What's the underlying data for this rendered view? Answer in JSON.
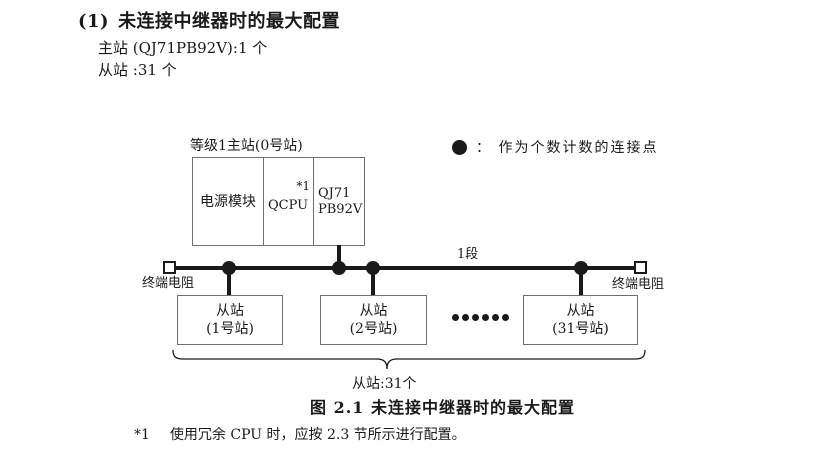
{
  "heading": {
    "number": "(1)",
    "title": "未连接中继器时的最大配置",
    "master_line": "主站 (QJ71PB92V):1 个",
    "slave_line": "从站 :31 个"
  },
  "diagram": {
    "master_label": "等级1主站(0号站)",
    "master_cells": {
      "power": "电源模块",
      "cpu": "QCPU",
      "cpu_note": "*1",
      "pb_line1": "QJ71",
      "pb_line2": "PB92V"
    },
    "legend_text": "： 作为个数计数的连接点",
    "segment_label": "1段",
    "terminator_left": "终端电阻",
    "terminator_right": "终端电阻",
    "slaves": [
      {
        "line1": "从站",
        "line2": "(1号站)"
      },
      {
        "line1": "从站",
        "line2": "(2号站)"
      },
      {
        "line1": "从站",
        "line2": "(31号站)"
      }
    ],
    "ellipsis_dot_count": 6,
    "brace_label": "从站:31个"
  },
  "caption": "图 2.1 未连接中继器时的最大配置",
  "footnote": {
    "marker": "*1",
    "text": "使用冗余 CPU 时，应按 2.3 节所示进行配置。"
  },
  "colors": {
    "text": "#1a1a1a",
    "line": "#1a1a1a",
    "box_border": "#6e6e6e",
    "background": "#ffffff"
  }
}
